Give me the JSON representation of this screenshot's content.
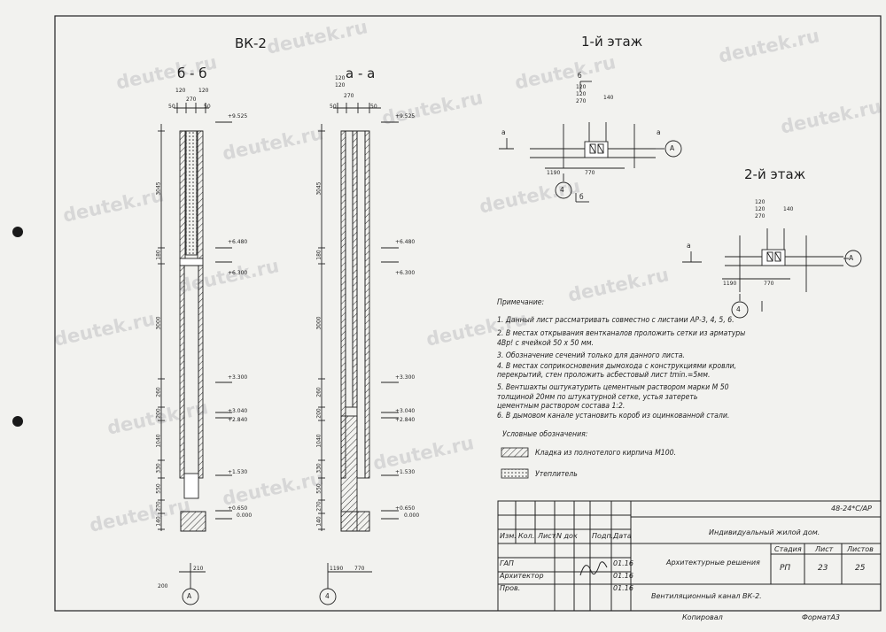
{
  "titles": {
    "vk": "ВК-2",
    "section_b": "б - б",
    "section_a": "а - а",
    "floor1": "1-й этаж",
    "floor2": "2-й этаж"
  },
  "elevations": [
    "+9.525",
    "+6.480",
    "+6.300",
    "+3.300",
    "+3.040",
    "+2.840",
    "+1.530",
    "+0.650",
    "0.000"
  ],
  "dims_vertical": [
    "3045",
    "180",
    "3000",
    "260",
    "200",
    "1040",
    "330",
    "550",
    "270",
    "140"
  ],
  "dims_top": [
    "120",
    "120",
    "50",
    "270",
    "50",
    "270",
    "50",
    "120"
  ],
  "plan_dims": [
    "1190",
    "770",
    "200",
    "120",
    "120",
    "270",
    "140",
    "210"
  ],
  "axis": {
    "a": "А",
    "four": "4",
    "cut_a": "а",
    "cut_b": "б"
  },
  "notes_title": "Примечание:",
  "notes": [
    "1. Данный лист рассматривать совместно с листами АР-3, 4, 5, 6.",
    "2. В местах открывания вентканалов проложить сетки из арматуры",
    "   4Вр! с ячейкой 50 х 50 мм.",
    "3. Обозначение сечений только для данного листа.",
    "4. В местах соприкосновения дымохода с конструкциями кровли,",
    "   перекрытий, стен проложить асбестовый лист tmin.=5мм.",
    "5. Вентшахты оштукатурить цементным раствором марки М 50",
    "   толщиной 20мм по штукатурной сетке, устья затереть",
    "   цементным раствором состава 1:2.",
    "6. В дымовом канале установить короб из оцинкованной стали."
  ],
  "legend_title": "Условные обозначения:",
  "legend": [
    "Кладка из полнотелого кирпича М100.",
    "Утеплитель"
  ],
  "watermark": "deutek.ru",
  "title_block": {
    "code": "48-24*С/АР",
    "project": "Индивидуальный жилой дом.",
    "headers": [
      "Изм.",
      "Кол.",
      "Лист",
      "N док",
      "Подп.",
      "Дата"
    ],
    "roles": [
      "ГАП",
      "Архитектор",
      "Пров."
    ],
    "dates": [
      "01.16",
      "01.16",
      "01.16"
    ],
    "section": "Архитектурные решения",
    "stage_h": "Стадия",
    "sheet_h": "Лист",
    "sheets_h": "Листов",
    "stage": "РП",
    "sheet": "23",
    "sheets": "25",
    "drawing": "Вентиляционный канал ВК-2.",
    "copied": "Копировал",
    "format": "ФорматА3"
  }
}
